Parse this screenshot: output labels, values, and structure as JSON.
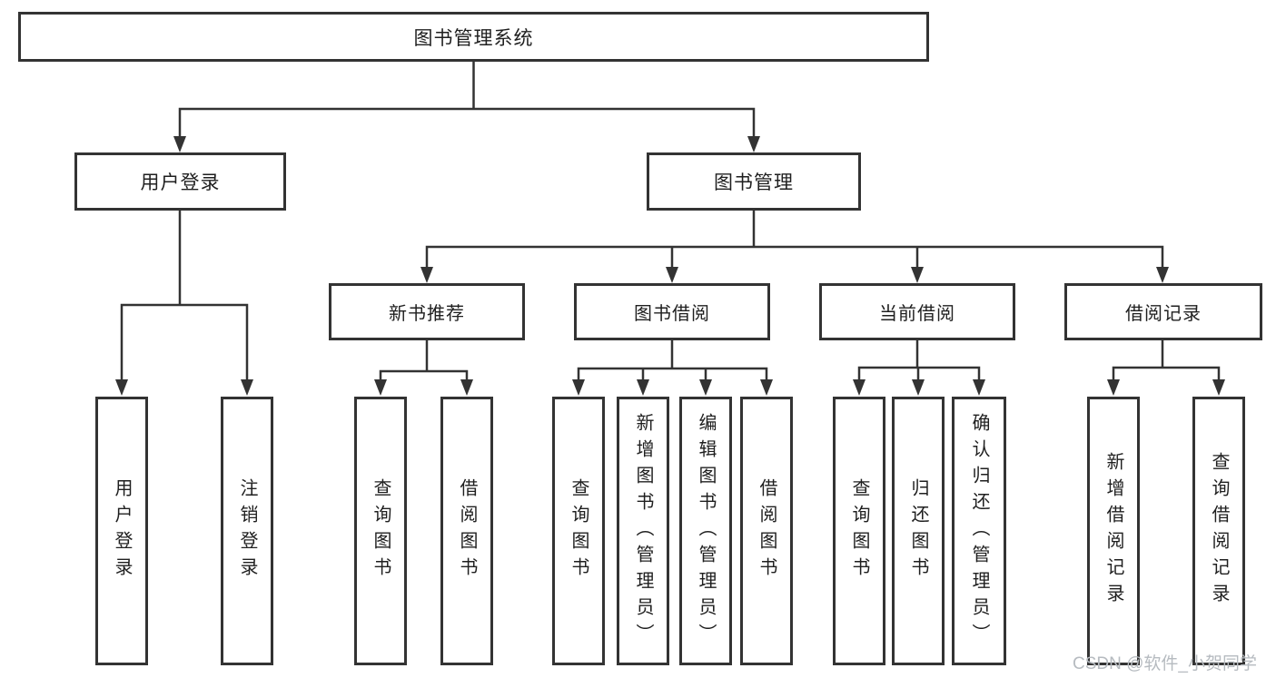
{
  "colors": {
    "line": "#333333",
    "text": "#1f1f1f",
    "node_background": "#ffffff",
    "watermark": "#b6bbc0"
  },
  "diagram": {
    "type": "hierarchy-tree",
    "root": {
      "label": "图书管理系统"
    },
    "level1": [
      {
        "label": "用户登录"
      },
      {
        "label": "图书管理"
      }
    ],
    "level2": [
      {
        "label": "新书推荐",
        "parent": "图书管理"
      },
      {
        "label": "图书借阅",
        "parent": "图书管理"
      },
      {
        "label": "当前借阅",
        "parent": "图书管理"
      },
      {
        "label": "借阅记录",
        "parent": "图书管理"
      }
    ],
    "leaves": [
      {
        "label": "用户登录",
        "parent": "用户登录"
      },
      {
        "label": "注销登录",
        "parent": "用户登录"
      },
      {
        "label": "查询图书",
        "parent": "新书推荐"
      },
      {
        "label": "借阅图书",
        "parent": "新书推荐"
      },
      {
        "label": "查询图书",
        "parent": "图书借阅"
      },
      {
        "label": "新增图书（管理员）",
        "parent": "图书借阅"
      },
      {
        "label": "编辑图书（管理员）",
        "parent": "图书借阅"
      },
      {
        "label": "借阅图书",
        "parent": "图书借阅"
      },
      {
        "label": "查询图书",
        "parent": "当前借阅"
      },
      {
        "label": "归还图书",
        "parent": "当前借阅"
      },
      {
        "label": "确认归还（管理员）",
        "parent": "当前借阅"
      },
      {
        "label": "新增借阅记录",
        "parent": "借阅记录"
      },
      {
        "label": "查询借阅记录",
        "parent": "借阅记录"
      }
    ]
  },
  "watermark": {
    "text": "CSDN @软件_小贺同学"
  }
}
